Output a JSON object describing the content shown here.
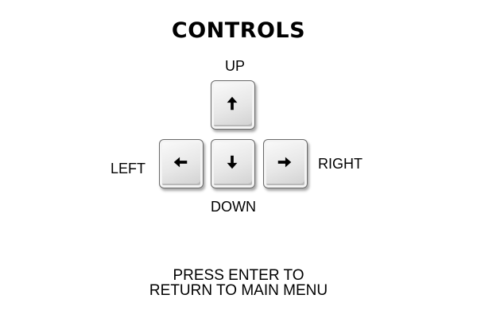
{
  "screen": {
    "title": "CONTROLS"
  },
  "controls": {
    "up": {
      "label": "UP",
      "icon": "arrow-up-icon"
    },
    "left": {
      "label": "LEFT",
      "icon": "arrow-left-icon"
    },
    "down": {
      "label": "DOWN",
      "icon": "arrow-down-icon"
    },
    "right": {
      "label": "RIGHT",
      "icon": "arrow-right-icon"
    }
  },
  "prompt": {
    "line1": "PRESS ENTER TO",
    "line2": "RETURN TO MAIN MENU"
  },
  "colors": {
    "background": "#ffffff",
    "text": "#000000",
    "key_face": "#e7e7e7",
    "key_border": "#6a6a6a"
  }
}
